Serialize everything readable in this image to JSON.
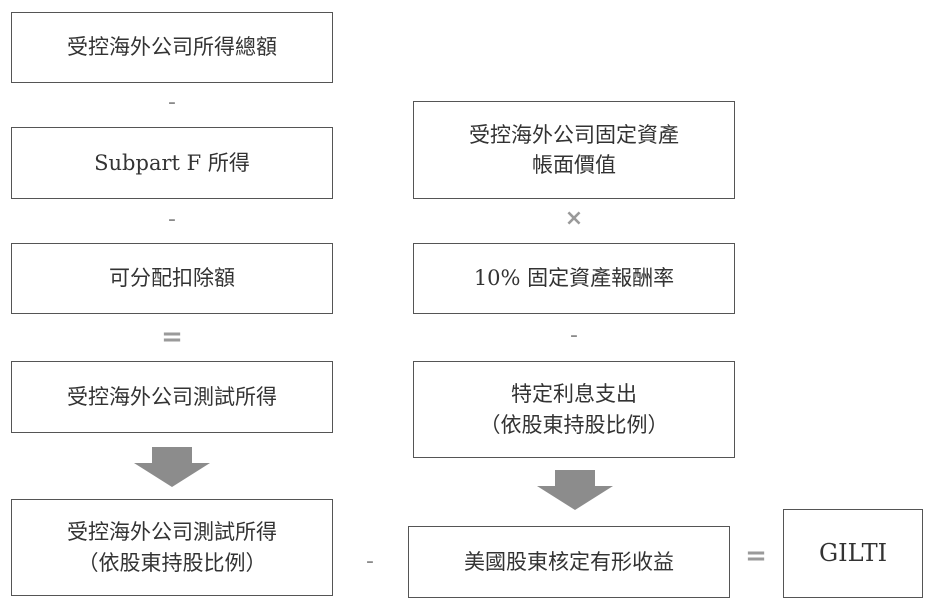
{
  "diagram": {
    "left": {
      "box1": "受控海外公司所得總額",
      "op1": "-",
      "box2": "Subpart F 所得",
      "op2": "-",
      "box3": "可分配扣除額",
      "op3": "=",
      "box4": "受控海外公司測試所得",
      "box5_line1": "受控海外公司測試所得",
      "box5_line2": "（依股東持股比例）"
    },
    "right": {
      "box1_line1": "受控海外公司固定資產",
      "box1_line2": "帳面價值",
      "op1": "×",
      "box2": "10% 固定資產報酬率",
      "op2": "-",
      "box3_line1": "特定利息支出",
      "box3_line2": "（依股東持股比例）",
      "box4": "美國股東核定有形收益"
    },
    "bottom_op_minus": "-",
    "bottom_op_equals": "=",
    "result": "GILTI",
    "colors": {
      "border": "#555555",
      "arrow": "#8c8c8c",
      "operator": "#8a8a8a"
    }
  }
}
